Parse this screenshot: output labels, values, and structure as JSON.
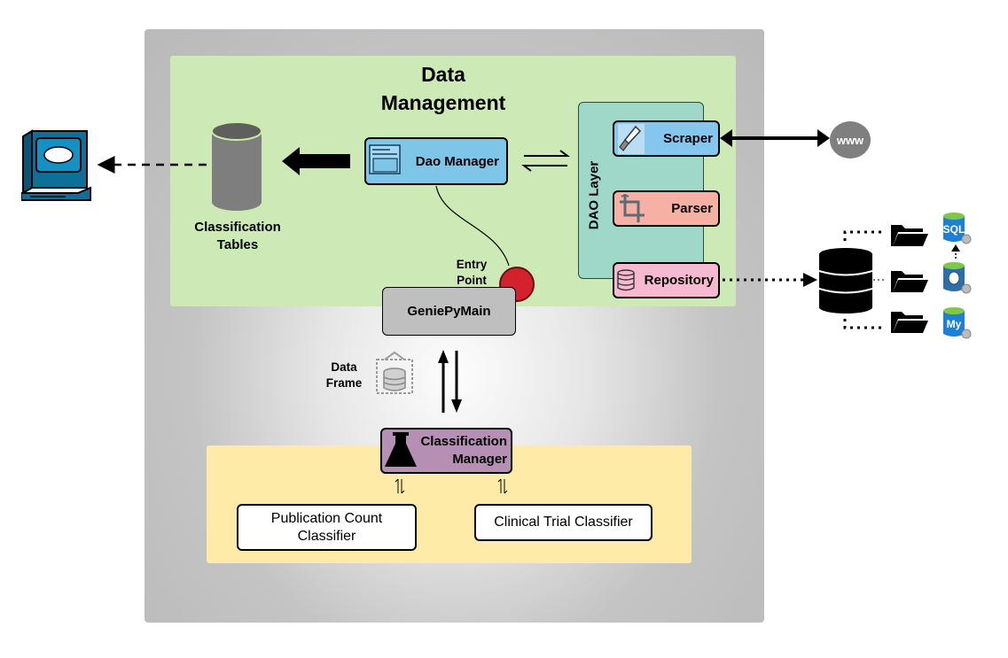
{
  "title": "Data\nManagement",
  "classification_tables": {
    "label": "Classification\nTables"
  },
  "dao_manager": {
    "label": "Dao Manager"
  },
  "dao_layer": {
    "label": "DAO Layer"
  },
  "scraper": {
    "label": "Scraper"
  },
  "parser": {
    "label": "Parser"
  },
  "repository": {
    "label": "Repository"
  },
  "www": {
    "label": "www"
  },
  "entry_point": {
    "label": "Entry\nPoint"
  },
  "genie": {
    "label": "GeniePyMain"
  },
  "data_frame": {
    "label": "Data\nFrame"
  },
  "classification_manager": {
    "label": "Classification\nManager"
  },
  "publication_classifier": {
    "label": "Publication Count\nClassifier"
  },
  "clinical_classifier": {
    "label": "Clinical Trial Classifier"
  },
  "databases": [
    {
      "badge": "SQL",
      "color": "#1d7fd6"
    },
    {
      "badge": "",
      "color": "#2e6ea8"
    },
    {
      "badge": "My",
      "color": "#1d7fd6"
    }
  ],
  "icons": {
    "monitor": "monitor-icon",
    "cylinder": "cylinder-icon",
    "window": "window-icon",
    "brush": "brush-icon",
    "crop": "crop-icon",
    "database": "database-icon",
    "flask": "flask-icon",
    "dataframe": "dataframe-icon",
    "folder": "folder-icon",
    "db_stack": "database-stack-icon"
  },
  "colors": {
    "green_panel": "#cdeab6",
    "yellow_panel": "#fdeba7",
    "dao_layer": "#9fd8c8",
    "dao_manager": "#7ec5e8",
    "scraper": "#85c6ee",
    "parser": "#f7b1a4",
    "repository": "#f7b9cf",
    "genie": "#bfbfbf",
    "classification_manager": "#b58fb4",
    "entry_point": "#d1222e"
  }
}
